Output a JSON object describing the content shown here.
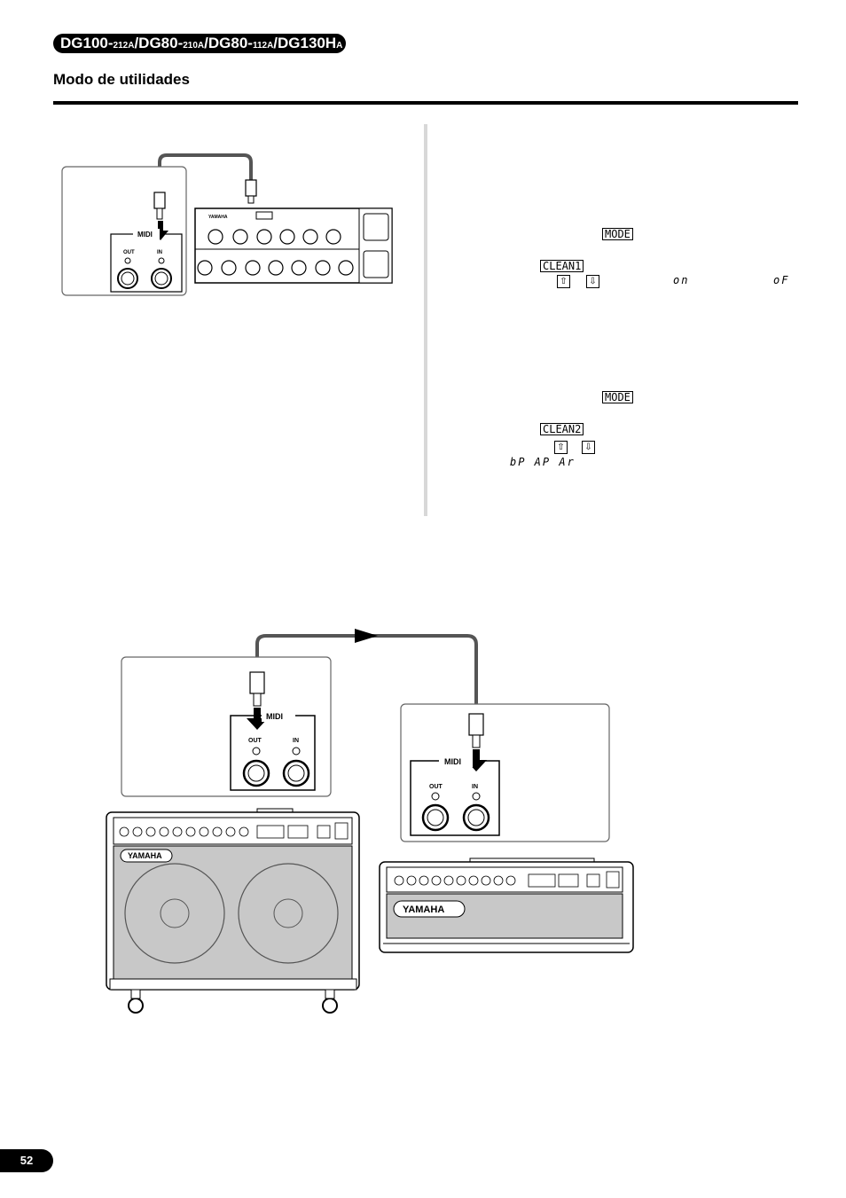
{
  "header": {
    "model_parts": [
      {
        "main": "DG100-",
        "sub": "212A"
      },
      {
        "main": "/DG80-",
        "sub": "210A"
      },
      {
        "main": "/DG80-",
        "sub": "112A"
      },
      {
        "main": "/DG130H",
        "sub": "A"
      }
    ],
    "section_title": "Modo de utilidades"
  },
  "diagram1": {
    "midi_label": "MIDI",
    "out_label": "OUT",
    "in_label": "IN",
    "brand": "YAMAHA"
  },
  "right_column": {
    "block1": {
      "mode_button": "MODE",
      "channel_button": "CLEAN1",
      "up_icon": "up-arrow-icon",
      "down_icon": "down-arrow-icon",
      "display_on": "on",
      "display_off": "oF"
    },
    "block2": {
      "mode_button": "MODE",
      "channel_button": "CLEAN2",
      "up_icon": "up-arrow-icon",
      "down_icon": "down-arrow-icon",
      "display_values": "bP AP Ar"
    }
  },
  "diagram2": {
    "left_unit": {
      "midi_label": "MIDI",
      "out_label": "OUT",
      "in_label": "IN"
    },
    "right_unit": {
      "midi_label": "MIDI",
      "out_label": "OUT",
      "in_label": "IN"
    },
    "brand": "YAMAHA"
  },
  "footer": {
    "page_number": "52"
  }
}
